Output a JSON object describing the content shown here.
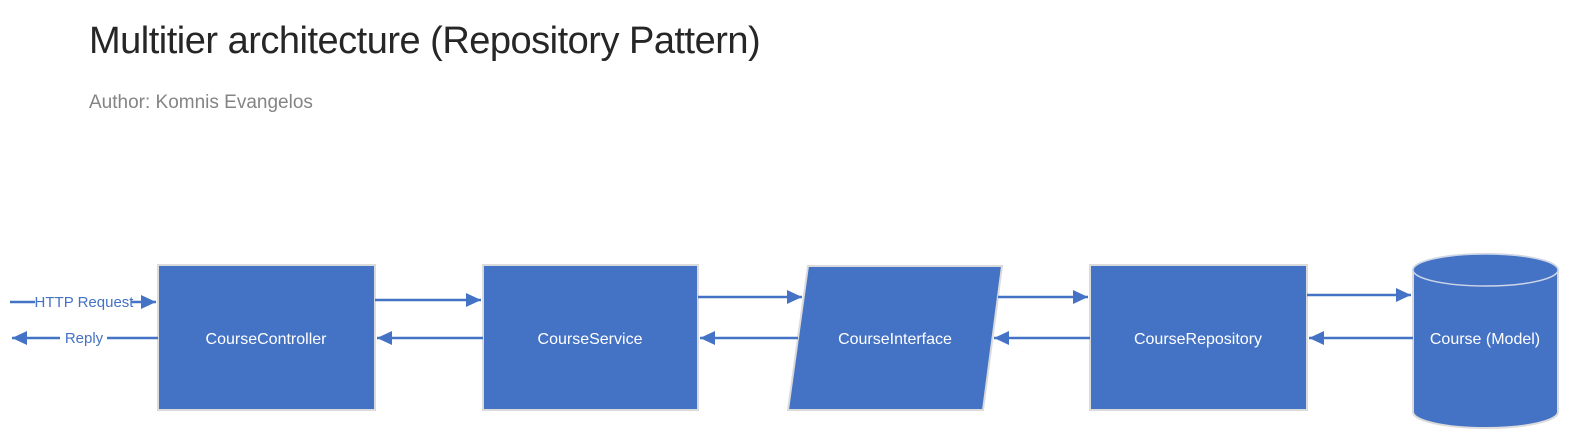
{
  "title": "Multitier architecture (Repository Pattern)",
  "author": "Author: Komnis Evangelos",
  "colors": {
    "background": "#FFFFFF",
    "shape_fill": "#4472C4",
    "shape_stroke": "#DBDBDB",
    "arrow": "#4472C4",
    "title_text": "#262626",
    "author_text": "#848484",
    "node_label_text": "#FFFFFF",
    "edge_label_text": "#4472C4"
  },
  "diagram": {
    "type": "flow",
    "direction": "left-to-right",
    "nodes": [
      {
        "id": "course-controller",
        "label": "CourseController",
        "shape": "rectangle",
        "tier": "presentation"
      },
      {
        "id": "course-service",
        "label": "CourseService",
        "shape": "rectangle",
        "tier": "business"
      },
      {
        "id": "course-interface",
        "label": "CourseInterface",
        "shape": "parallelogram",
        "tier": "abstraction"
      },
      {
        "id": "course-repository",
        "label": "CourseRepository",
        "shape": "rectangle",
        "tier": "data-access"
      },
      {
        "id": "course-model",
        "label": "Course (Model)",
        "shape": "cylinder",
        "tier": "data"
      }
    ],
    "edges": [
      {
        "from": "client",
        "to": "course-controller",
        "label": "HTTP Request",
        "direction": "right"
      },
      {
        "from": "course-controller",
        "to": "client",
        "label": "Reply",
        "direction": "left"
      },
      {
        "from": "course-controller",
        "to": "course-service",
        "label": "",
        "direction": "right"
      },
      {
        "from": "course-service",
        "to": "course-controller",
        "label": "",
        "direction": "left"
      },
      {
        "from": "course-service",
        "to": "course-interface",
        "label": "",
        "direction": "right"
      },
      {
        "from": "course-interface",
        "to": "course-service",
        "label": "",
        "direction": "left"
      },
      {
        "from": "course-interface",
        "to": "course-repository",
        "label": "",
        "direction": "right"
      },
      {
        "from": "course-repository",
        "to": "course-interface",
        "label": "",
        "direction": "left"
      },
      {
        "from": "course-repository",
        "to": "course-model",
        "label": "",
        "direction": "right"
      },
      {
        "from": "course-model",
        "to": "course-repository",
        "label": "",
        "direction": "left"
      }
    ]
  }
}
